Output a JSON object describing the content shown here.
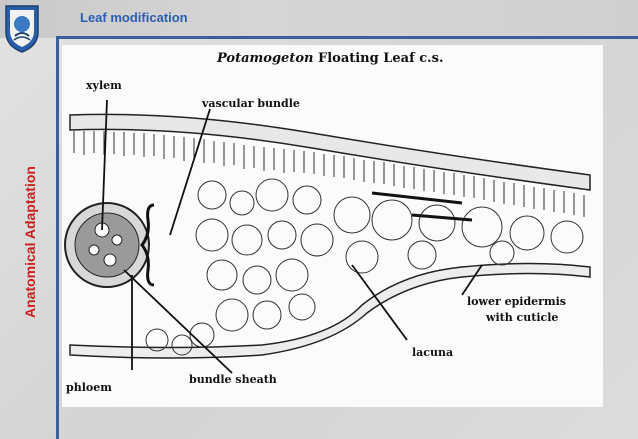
{
  "slide": {
    "title": "Leaf modification",
    "side_label": "Anatomical Adaptation",
    "logo_icon": "university-seal-icon",
    "accent_color": "#3a5f9a",
    "title_color": "#2a5fb0",
    "side_label_color": "#cc1f1f"
  },
  "figure": {
    "title_italic": "Potamogeton",
    "title_rest": " Floating Leaf c.s.",
    "labels": {
      "xylem": "xylem",
      "vascular_bundle": "vascular bundle",
      "lower_epidermis": "lower epidermis",
      "with_cuticle": "with cuticle",
      "lacuna": "lacuna",
      "bundle_sheath": "bundle sheath",
      "phloem": "phloem"
    }
  }
}
